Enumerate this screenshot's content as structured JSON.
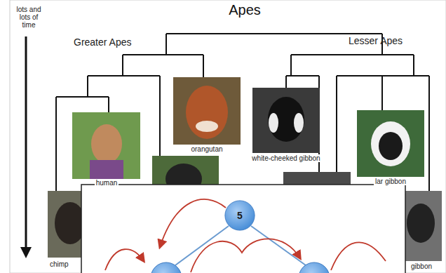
{
  "diagram": {
    "title": "Apes",
    "nodes": [
      {
        "text": [
          "5"
        ]
      }
    ],
    "labels": [
      "lots and lots of time",
      "Greater Apes",
      "Lesser Apes",
      "human",
      "orangutan",
      "white-cheeked gibbon",
      "lar gibbon",
      "chimp",
      "gibbon"
    ]
  }
}
